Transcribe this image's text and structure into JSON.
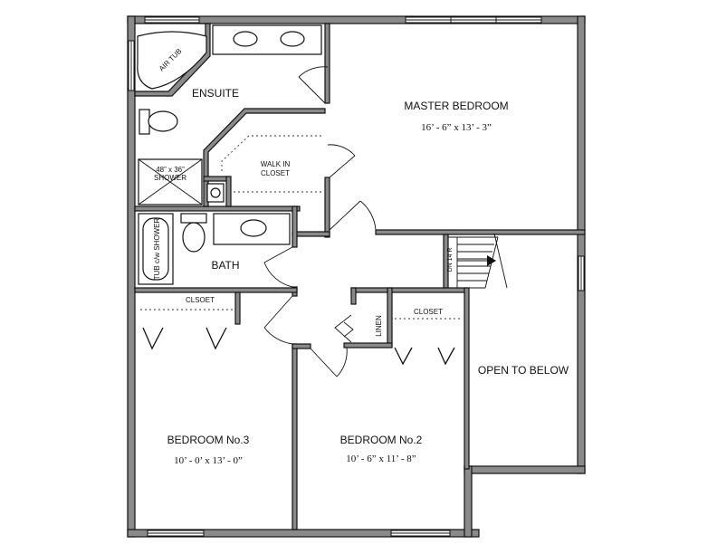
{
  "rooms": {
    "master_bedroom": {
      "name": "MASTER BEDROOM",
      "size": "16’ - 6” x 13’ - 3”"
    },
    "ensuite": {
      "name": "ENSUITE"
    },
    "air_tub": {
      "name": "AIR TUB"
    },
    "walk_in_closet": {
      "line1": "WALK IN",
      "line2": "CLOSET"
    },
    "shower": {
      "line1": "48” x 36”",
      "line2": "SHOWER"
    },
    "bath": {
      "name": "BATH"
    },
    "tub_shower": {
      "name": "TUB c/w SHOWER"
    },
    "stairs": {
      "name": "DN 14 R"
    },
    "closet_b3": {
      "name": "CLSOET"
    },
    "closet_b2": {
      "name": "CLOSET"
    },
    "linen": {
      "name": "LINEN"
    },
    "open_to_below": {
      "name": "OPEN TO BELOW"
    },
    "bedroom3": {
      "name": "BEDROOM No.3",
      "size": "10’ - 0’ x 13’ - 0”"
    },
    "bedroom2": {
      "name": "BEDROOM No.2",
      "size": "10’ - 6” x 11’ - 8”"
    }
  }
}
